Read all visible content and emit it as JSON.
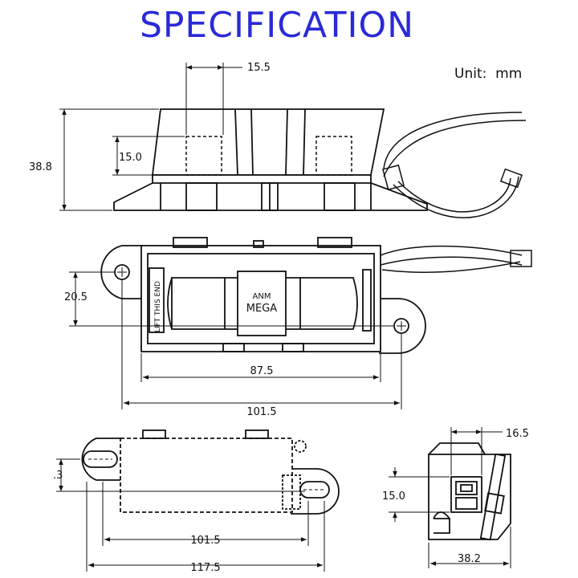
{
  "title": "SPECIFICATION",
  "unit_label": "Unit:",
  "unit_value": "mm",
  "top_view": {
    "dim_slot_width": "15.5",
    "dim_slot_height": "15.0",
    "dim_height": "38.8"
  },
  "plan_view": {
    "label_lift": "LIFT THIS END",
    "label_anm": "ANM",
    "label_mega": "MEGA",
    "dim_offset": "20.5",
    "dim_hole_span": "87.5",
    "dim_length": "101.5"
  },
  "side_view": {
    "dim_partial": ".3",
    "dim_length": "101.5",
    "dim_overall": "117.5"
  },
  "end_view": {
    "dim_slot_width": "16.5",
    "dim_slot_height": "15.0",
    "dim_width": "38.2"
  },
  "colors": {
    "title": "#2a2ad8",
    "line": "#111111"
  }
}
